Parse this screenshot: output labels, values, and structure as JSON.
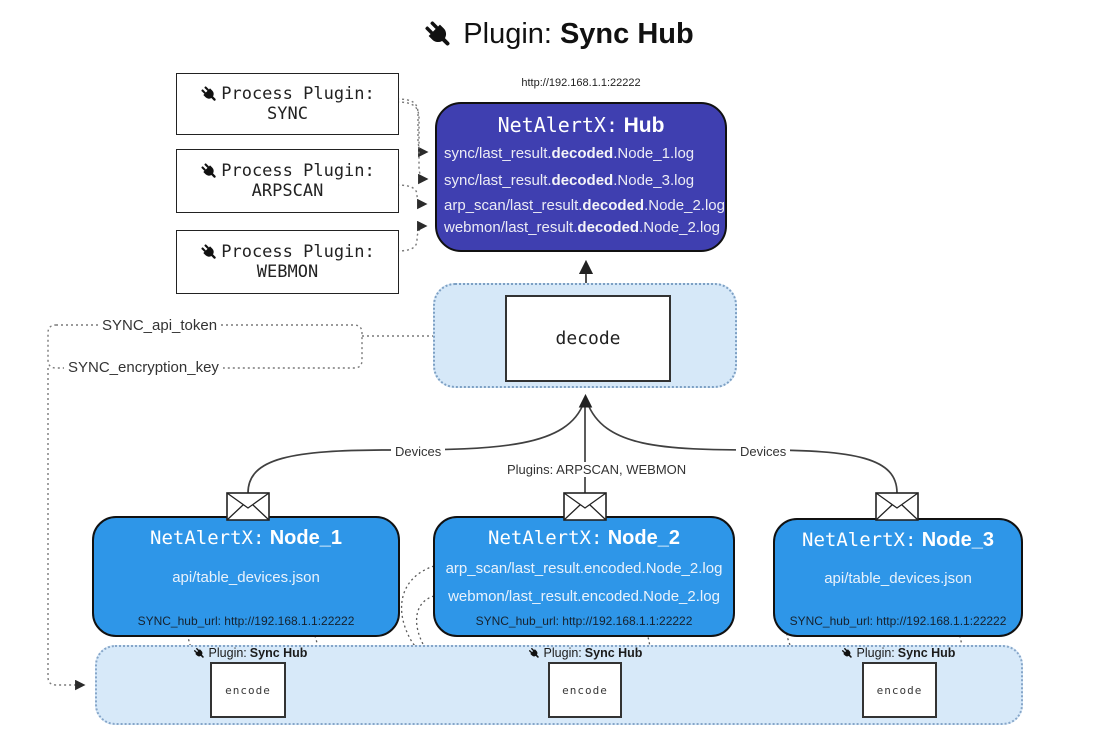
{
  "title": {
    "prefix": "Plugin:",
    "bold": "Sync Hub"
  },
  "process_plugins": [
    {
      "label": "Process Plugin:",
      "name": "SYNC"
    },
    {
      "label": "Process Plugin:",
      "name": "ARPSCAN"
    },
    {
      "label": "Process Plugin:",
      "name": "WEBMON"
    }
  ],
  "hub": {
    "url": "http://192.168.1.1:22222",
    "title_mono": "NetAlertX:",
    "title_bold": "Hub",
    "logs": [
      {
        "pre": "sync/last_result.",
        "bold": "decoded",
        "post": ".Node_1.log"
      },
      {
        "pre": "sync/last_result.",
        "bold": "decoded",
        "post": ".Node_3.log"
      },
      {
        "pre": "arp_scan/last_result.",
        "bold": "decoded",
        "post": ".Node_2.log"
      },
      {
        "pre": "webmon/last_result.",
        "bold": "decoded",
        "post": ".Node_2.log"
      }
    ]
  },
  "decode": {
    "label": "decode"
  },
  "tokens": {
    "api_token": "SYNC_api_token",
    "encryption_key": "SYNC_encryption_key"
  },
  "edges": {
    "devices_left": "Devices",
    "plugins_mid": "Plugins: ARPSCAN, WEBMON",
    "devices_right": "Devices"
  },
  "nodes": [
    {
      "title_mono": "NetAlertX:",
      "title_bold": "Node_1",
      "lines": [
        "api/table_devices.json"
      ],
      "hub_url": "SYNC_hub_url: http://192.168.1.1:22222"
    },
    {
      "title_mono": "NetAlertX:",
      "title_bold": "Node_2",
      "lines": [
        "arp_scan/last_result.encoded.Node_2.log",
        "webmon/last_result.encoded.Node_2.log"
      ],
      "hub_url": "SYNC_hub_url: http://192.168.1.1:22222"
    },
    {
      "title_mono": "NetAlertX:",
      "title_bold": "Node_3",
      "lines": [
        "api/table_devices.json"
      ],
      "hub_url": "SYNC_hub_url: http://192.168.1.1:22222"
    }
  ],
  "encoders": [
    {
      "label_prefix": "Plugin:",
      "label_bold": "Sync Hub",
      "box_label": "encode"
    },
    {
      "label_prefix": "Plugin:",
      "label_bold": "Sync Hub",
      "box_label": "encode"
    },
    {
      "label_prefix": "Plugin:",
      "label_bold": "Sync Hub",
      "box_label": "encode"
    }
  ],
  "colors": {
    "hub_fill": "#3f3fb0",
    "node_fill": "#2e96e8",
    "band_fill": "#d7e9f9",
    "band_border": "#86a6c9",
    "solid_line": "#404040",
    "dotted_line": "#6b6b6b"
  }
}
